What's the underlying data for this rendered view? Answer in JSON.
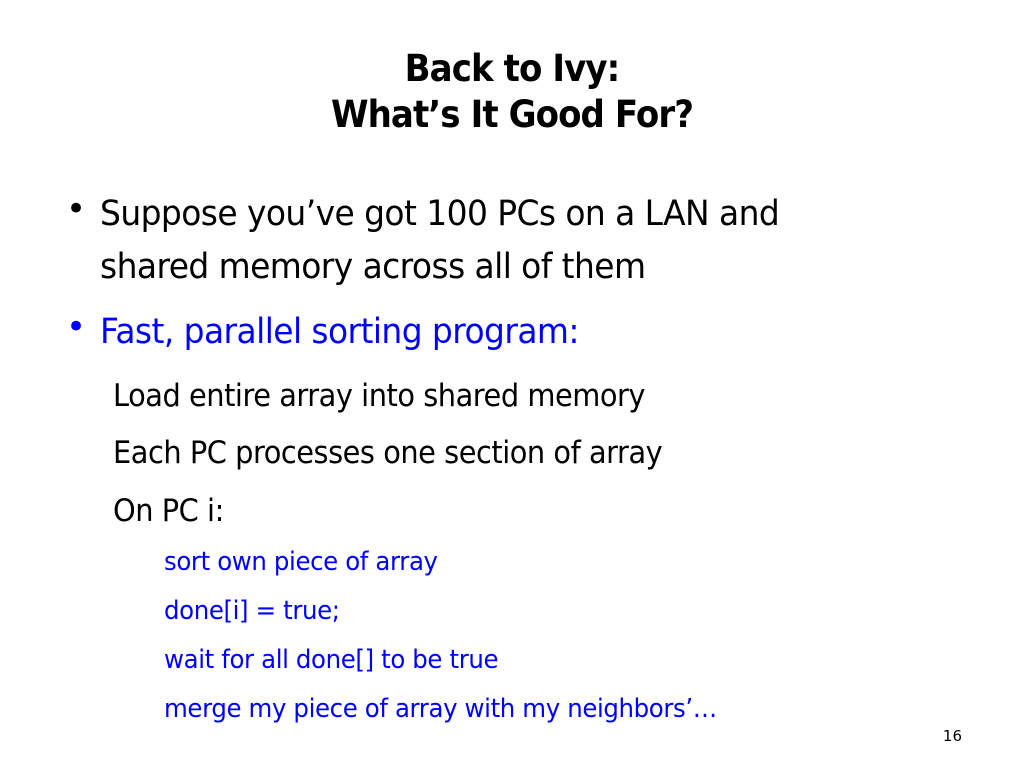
{
  "slide": {
    "title_line1": "Back to Ivy:",
    "title_line2": "What’s It Good For?",
    "bullet_symbol": "•",
    "bullets": [
      {
        "line1": "Suppose you’ve got 100 PCs on a LAN and",
        "line2": "shared memory across all of them"
      },
      {
        "line1": "Fast, parallel sorting program:"
      }
    ],
    "sub_items": [
      "Load entire array into shared memory",
      "Each PC processes one section of array",
      "On PC i:"
    ],
    "code_items": [
      "sort own piece of array",
      "done[i] = true;",
      "wait for all done[] to be true",
      "merge my piece of array with my neighbors’…"
    ],
    "page_number": "16",
    "colors": {
      "text": "#000000",
      "accent": "#0000ff",
      "background": "#ffffff"
    }
  }
}
